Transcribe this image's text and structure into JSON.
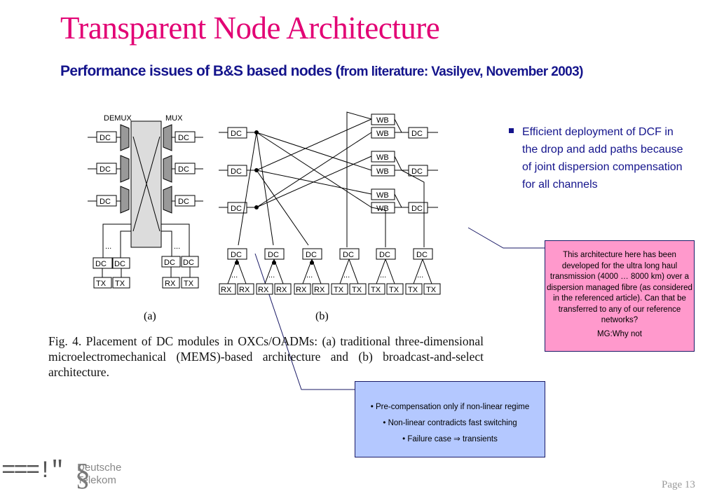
{
  "slide": {
    "title": "Transparent Node Architecture",
    "subtitle_main": "Performance issues of B&S based nodes (",
    "subtitle_paren": "from literature: Vasilyev, November 2003)",
    "bullet": "Efficient deployment of DCF in the drop and add paths because of joint dispersion compensation for all channels",
    "note_pink": "This architecture here has been developed for the ultra long haul transmission (4000 … 8000 km) over a dispersion managed fibre (as considered in the referenced article). Can that be transferred to any of our reference networks?",
    "note_pink_signature": "MG:Why not",
    "note_blue": [
      "• Pre-compensation only if non-linear regime",
      "• Non-linear contradicts fast switching",
      "• Failure case ⇒ transients"
    ],
    "page_label": "Page",
    "page_number": "13"
  },
  "figure": {
    "caption": "Fig. 4.  Placement of DC modules in OXCs/OADMs: (a) traditional three-dimensional microelectromechanical (MEMS)-based architecture and (b) broadcast-and-select architecture.",
    "label_a": "(a)",
    "label_b": "(b)",
    "demux": "DEMUX",
    "mux": "MUX",
    "dc": "DC",
    "wb": "WB",
    "rx": "RX",
    "tx": "TX",
    "dots": "..."
  },
  "logo": {
    "symbols": "===!\"",
    "t_glyph": "§",
    "line1": "Deutsche",
    "line2": "Telekom"
  },
  "colors": {
    "title": "#e20074",
    "subtitle": "#14148c",
    "pink_box": "#ff99cc",
    "blue_box": "#b4c8ff"
  }
}
